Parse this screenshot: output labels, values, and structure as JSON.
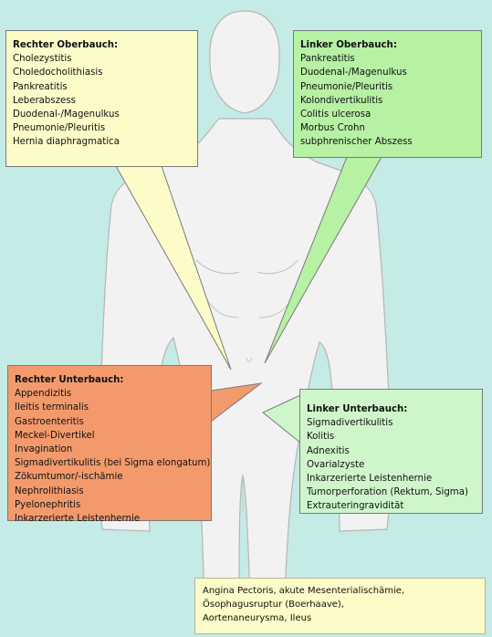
{
  "boxes": {
    "rechter_oberbauch": {
      "title": "Rechter Oberbauch:",
      "items": [
        "Cholezystitis",
        "Choledocholithiasis",
        "Pankreatitis",
        "Leberabszess",
        "Duodenal-/Magenulkus",
        "Pneumonie/Pleuritis",
        "Hernia diaphragmatica"
      ]
    },
    "linker_oberbauch": {
      "title": "Linker Oberbauch:",
      "items": [
        "Pankreatitis",
        "Duodenal-/Magenulkus",
        "Pneumonie/Pleuritis",
        "Kolondivertikulitis",
        "Colitis ulcerosa",
        "Morbus Crohn",
        "subphrenischer Abszess"
      ]
    },
    "rechter_unterbauch": {
      "title": "Rechter Unterbauch:",
      "items": [
        "Appendizitis",
        "Ileitis terminalis",
        "Gastroenteritis",
        "Meckel-Divertikel",
        "Invagination",
        "Sigmadivertikulitis (bei Sigma elongatum)",
        "Zökumtumor/-ischämie",
        "Nephrolithiasis",
        "Pyelonephritis",
        "Inkarzerierte Leistenhernie"
      ]
    },
    "linker_unterbauch": {
      "title": "Linker Unterbauch:",
      "items": [
        "Sigmadivertikulitis",
        "Kolitis",
        "Adnexitis",
        "Ovarialzyste",
        "Inkarzerierte Leistenhernie",
        "Tumorperforation (Rektum, Sigma)",
        "Extrauteringravidität"
      ]
    },
    "bottom_note": {
      "lines": [
        "Angina Pectoris, akute Mesenterialischämie,",
        "Ösophagusruptur (Boerhaave),",
        "Aortenaneurysma, Ileus"
      ]
    }
  },
  "colors": {
    "background": "#c5ebe6",
    "body_fill": "#f2f2f2",
    "body_outline": "#b5b5b5",
    "rechter_oberbauch": "#fdfbc8",
    "linker_oberbauch": "#b6f1a4",
    "rechter_unterbauch": "#f39a6c",
    "linker_unterbauch": "#cff6cb",
    "bottom_note": "#fdfbc8"
  }
}
